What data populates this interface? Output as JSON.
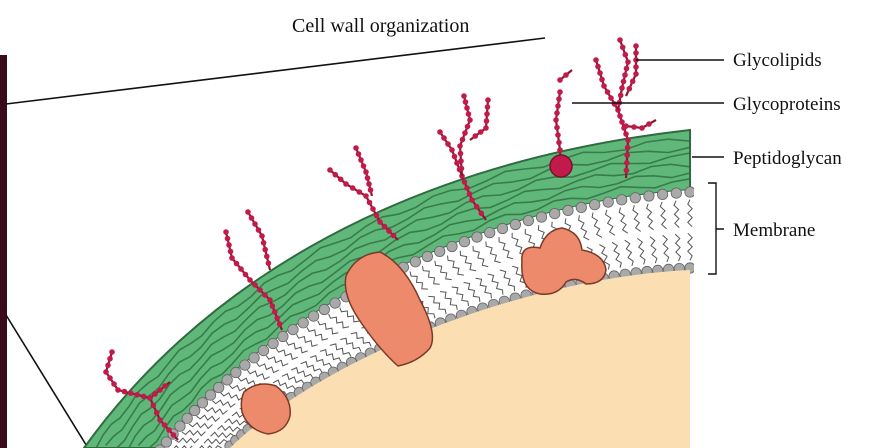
{
  "title": "Cell wall organization",
  "labels": {
    "glycolipids": "Glycolipids",
    "glycoproteins": "Glycoproteins",
    "peptidoglycan": "Peptidoglycan",
    "membrane": "Membrane"
  },
  "colors": {
    "cytoplasm": "#fbdfb2",
    "peptidoglycan": "#5fb87a",
    "peptidoglycan_strand": "#2f6b3e",
    "bilayer_core": "#ffffff",
    "phospholipid_head": "#a9a9a9",
    "membrane_protein": "#ee8a6c",
    "glyco_chain": "#8a1830",
    "glyco_node": "#c21a4a",
    "left_bar": "#3a0b1a",
    "line": "#111111"
  }
}
